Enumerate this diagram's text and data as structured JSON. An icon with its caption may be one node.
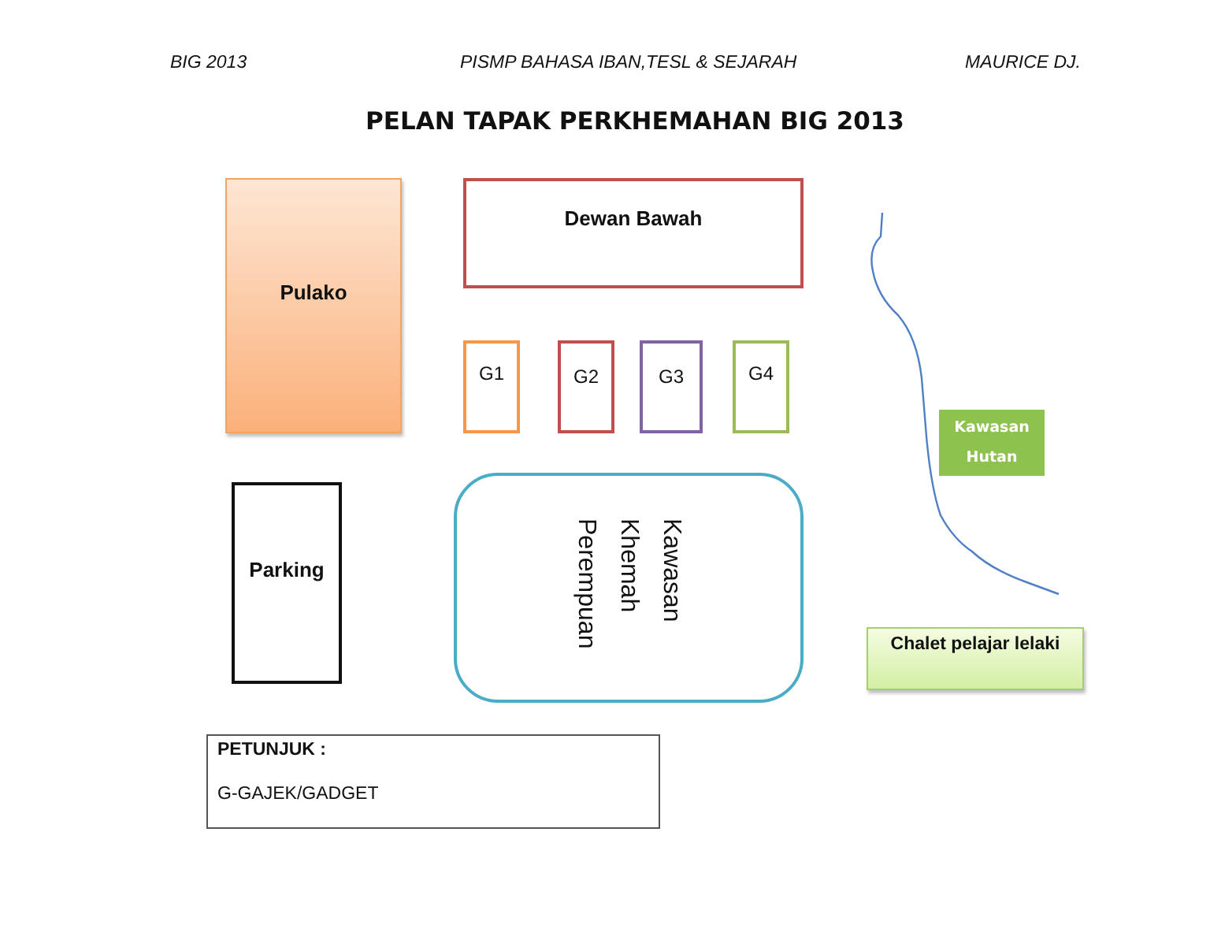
{
  "diagram": {
    "title": "PELAN TAPAK PERKHEMAHAN BIG 2013",
    "nodes": [
      {
        "text": [
          "Pulako"
        ]
      },
      {
        "text": [
          "Dewan Bawah"
        ]
      },
      {
        "text": [
          "G1"
        ]
      },
      {
        "text": [
          "G2"
        ]
      },
      {
        "text": [
          "G3"
        ]
      },
      {
        "text": [
          "G4"
        ]
      },
      {
        "text": [
          "Kawasan Hutan"
        ]
      },
      {
        "text": [
          "Parking"
        ]
      },
      {
        "text": [
          "Kawasan Khemah Perempuan"
        ]
      },
      {
        "text": [
          "Chalet pelajar lelaki"
        ]
      },
      {
        "text": [
          "PETUNJUK :",
          "G-GAJEK/GADGET"
        ]
      }
    ],
    "labels": [
      "BIG 2013",
      "PISMP BAHASA IBAN,TESL & SEJARAH",
      "MAURICE DJ."
    ]
  }
}
